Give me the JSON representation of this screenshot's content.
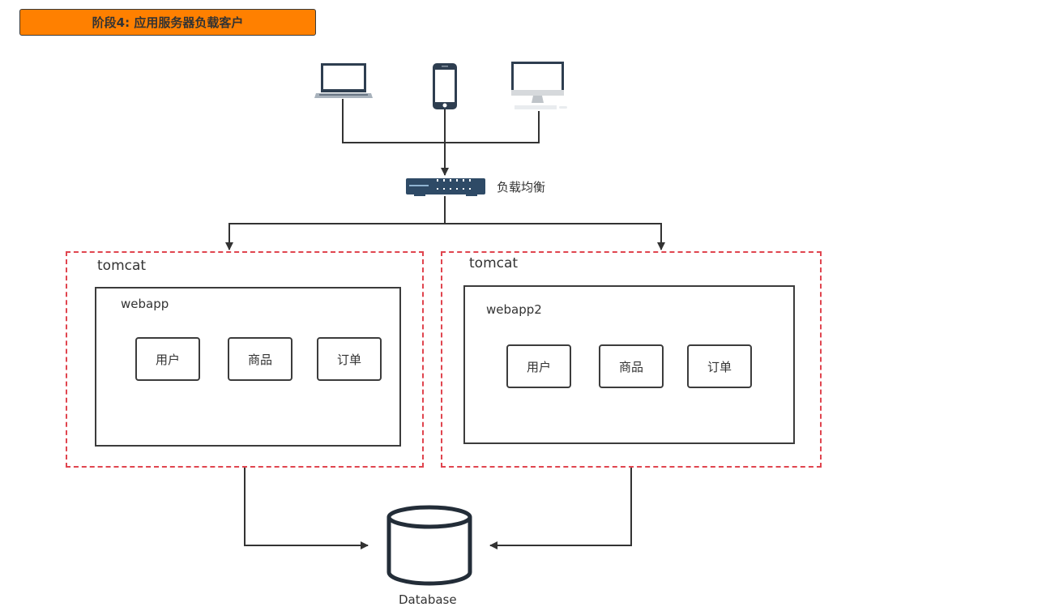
{
  "title": "阶段4: 应用服务器负载客户",
  "clients": [
    {
      "icon": "laptop-icon",
      "label": ""
    },
    {
      "icon": "smartphone-icon",
      "label": ""
    },
    {
      "icon": "desktop-monitor-icon",
      "label": ""
    }
  ],
  "load_balancer": {
    "icon": "network-switch-icon",
    "label": "负载均衡"
  },
  "servers": [
    {
      "container": "tomcat",
      "app": "webapp",
      "modules": [
        "用户",
        "商品",
        "订单"
      ]
    },
    {
      "container": "tomcat",
      "app": "webapp2",
      "modules": [
        "用户",
        "商品",
        "订单"
      ]
    }
  ],
  "database": {
    "icon": "database-cylinder-icon",
    "label": "Database"
  },
  "colors": {
    "title_bg": "#ff8000",
    "dashed_border": "#e0454f",
    "line": "#333333",
    "device_dark": "#2e3e50"
  }
}
